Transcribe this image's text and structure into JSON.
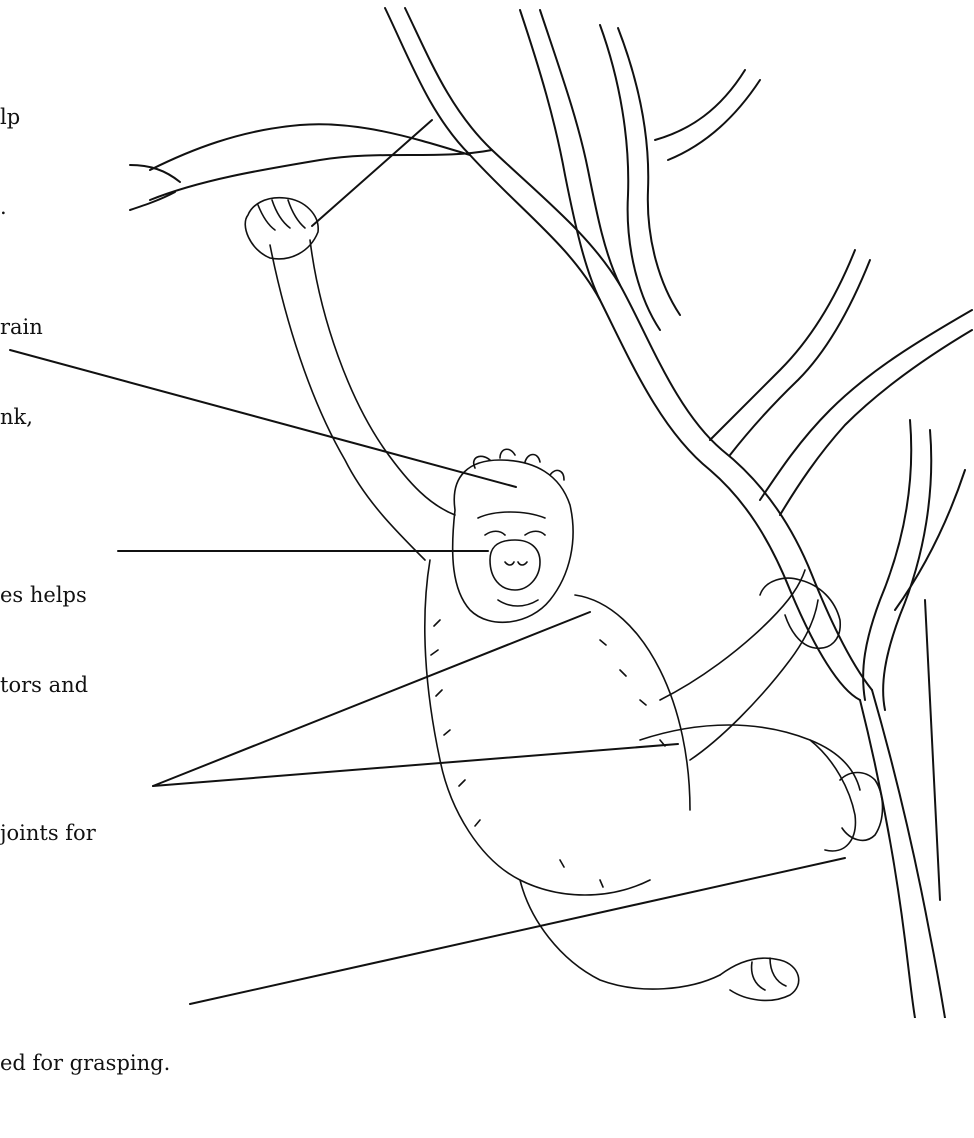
{
  "labels": [
    {
      "id": "hands",
      "lines": [
        "lp",
        "."
      ]
    },
    {
      "id": "brain",
      "lines": [
        "rain",
        "nk,"
      ]
    },
    {
      "id": "face",
      "lines": [
        "es helps",
        "tors and"
      ]
    },
    {
      "id": "joints",
      "lines": [
        "joints for"
      ]
    },
    {
      "id": "feet",
      "lines": [
        "ed for grasping."
      ]
    }
  ],
  "colors": {
    "ink": "#111111",
    "background": "#ffffff"
  }
}
